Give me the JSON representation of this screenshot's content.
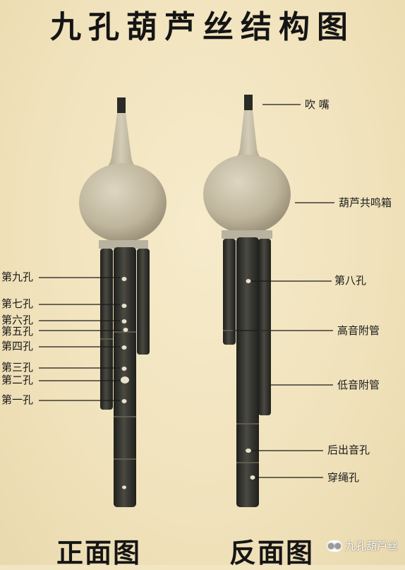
{
  "title": "九孔葫芦丝结构图",
  "front": {
    "caption": "正面图",
    "holes": [
      "第九孔",
      "第七孔",
      "第六孔",
      "第五孔",
      "第四孔",
      "第三孔",
      "第二孔",
      "第一孔"
    ]
  },
  "back": {
    "caption": "反面图",
    "labels": {
      "mouthpiece": "吹 嘴",
      "gourd": "葫芦共鸣箱",
      "hole8": "第八孔",
      "high_pipe": "高音附管",
      "low_pipe": "低音附管",
      "rear_hole": "后出音孔",
      "rope_hole": "穿绳孔"
    }
  },
  "watermark": {
    "text": "九孔葫芦丝",
    "icon": "wechat-icon"
  },
  "colors": {
    "background": "#f2e6c2",
    "gourd": "#c9c0a8",
    "pipe": "#2f2f2a",
    "leader_line": "#1a1a1a"
  }
}
